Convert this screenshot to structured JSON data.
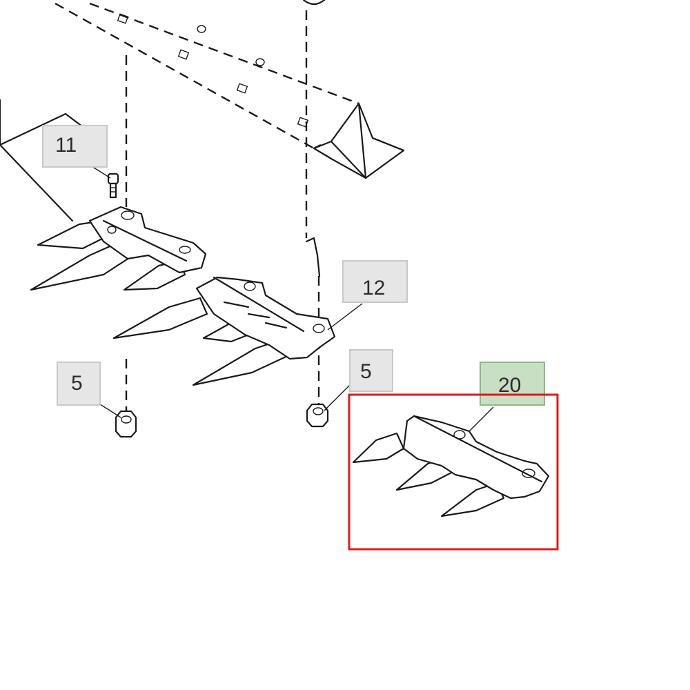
{
  "callouts": [
    {
      "id": "c11",
      "label": "11",
      "fill": "#e6e6e6",
      "stroke": "#c8c8c8"
    },
    {
      "id": "c12",
      "label": "12",
      "fill": "#e6e6e6",
      "stroke": "#c8c8c8"
    },
    {
      "id": "c5a",
      "label": "5",
      "fill": "#e6e6e6",
      "stroke": "#c8c8c8"
    },
    {
      "id": "c5b",
      "label": "5",
      "fill": "#e6e6e6",
      "stroke": "#c8c8c8"
    },
    {
      "id": "c20",
      "label": "20",
      "fill": "#c9dfc4",
      "stroke": "#8db886"
    }
  ],
  "highlight": {
    "color": "#dd1a1a",
    "target": "20"
  }
}
